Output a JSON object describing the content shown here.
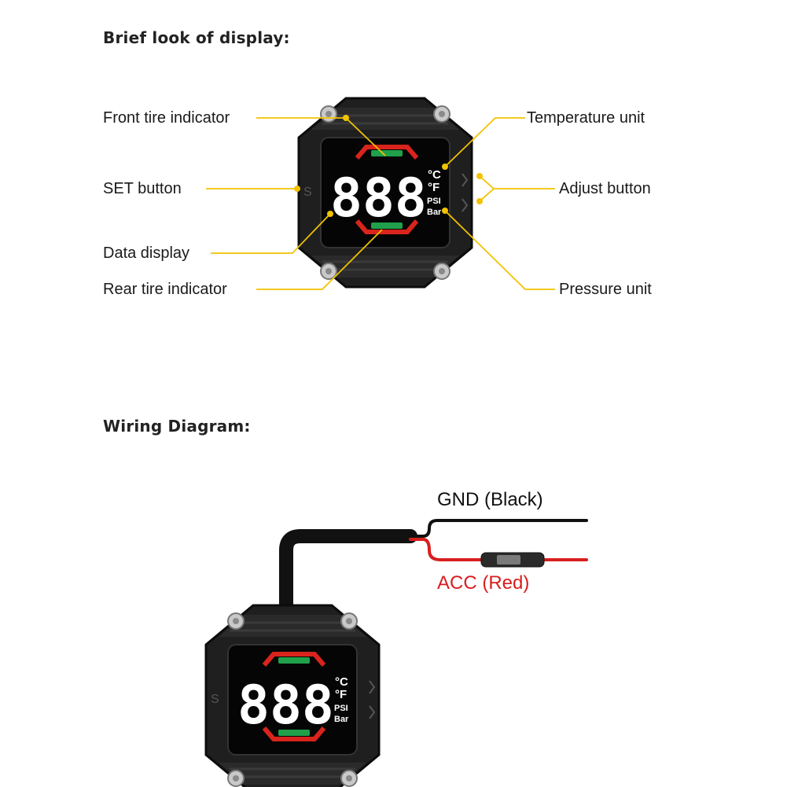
{
  "display_section": {
    "title": "Brief look of display:",
    "callouts": {
      "front_tire_indicator": "Front tire indicator",
      "set_button": "SET button",
      "data_display": "Data display",
      "rear_tire_indicator": "Rear tire indicator",
      "temperature_unit": "Temperature unit",
      "adjust_button": "Adjust button",
      "pressure_unit": "Pressure unit"
    }
  },
  "device": {
    "digits": "888",
    "unit_celsius": "°C",
    "unit_fahrenheit": "°F",
    "unit_psi": "PSI",
    "unit_bar": "Bar",
    "set_mark": "S",
    "colors": {
      "body": "#1c1c1c",
      "segment": "#ffffff",
      "front_indicator": "#20a04a",
      "rear_indicator": "#20a04a",
      "indicator_ring": "#d8241c"
    }
  },
  "wiring_section": {
    "title": "Wiring Diagram:",
    "gnd_label": "GND (Black)",
    "acc_label": "ACC (Red)",
    "colors": {
      "callout_line": "#f2c200",
      "gnd_wire": "#111111",
      "acc_wire": "#d81e1e",
      "acc_text": "#d81e1e"
    }
  }
}
